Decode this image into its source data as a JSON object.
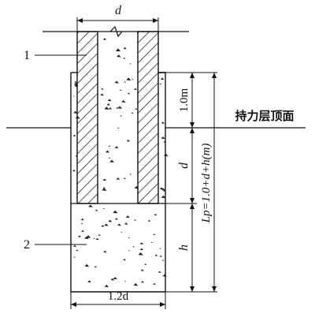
{
  "diagram": {
    "labels": {
      "top_width": "d",
      "bottom_width": "1.2d",
      "callout_1": "1",
      "callout_2": "2",
      "bearing_layer": "持力层顶面",
      "dim_upper": "1.0m",
      "dim_middle": "d",
      "dim_lower": "h",
      "dim_total": "Lp=1.0+d+h(m)"
    },
    "colors": {
      "line": "#111111",
      "speckle": "#222222",
      "background": "#ffffff"
    }
  }
}
